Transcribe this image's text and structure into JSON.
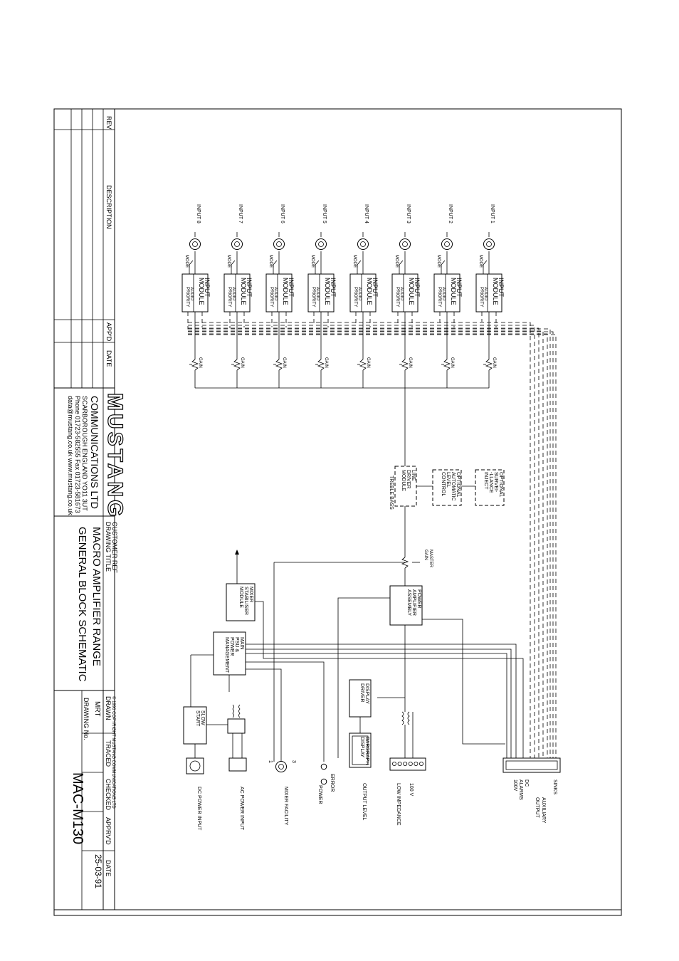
{
  "inputs": [
    {
      "label": "INPUT 1",
      "module": [
        "INPUT",
        "MODULE"
      ],
      "sub": [
        "AUDIO",
        "PRIORITY"
      ],
      "mode": "MODE",
      "gain": "GAIN"
    },
    {
      "label": "INPUT 2",
      "module": [
        "INPUT",
        "MODULE"
      ],
      "sub": [
        "AUDIO",
        "PRIORITY"
      ],
      "mode": "MODE",
      "gain": "GAIN"
    },
    {
      "label": "INPUT 3",
      "module": [
        "INPUT",
        "MODULE"
      ],
      "sub": [
        "AUDIO",
        "PRIORITY"
      ],
      "mode": "MODE",
      "gain": "GAIN"
    },
    {
      "label": "INPUT 4",
      "module": [
        "INPUT",
        "MODULE"
      ],
      "sub": [
        "AUDIO",
        "PRIORITY"
      ],
      "mode": "MODE",
      "gain": "GAIN"
    },
    {
      "label": "INPUT 5",
      "module": [
        "INPUT",
        "MODULE"
      ],
      "sub": [
        "AUDIO",
        "PRIORITY"
      ],
      "mode": "MODE",
      "gain": "GAIN"
    },
    {
      "label": "INPUT 6",
      "module": [
        "INPUT",
        "MODULE"
      ],
      "sub": [
        "AUDIO",
        "PRIORITY"
      ],
      "mode": "MODE",
      "gain": "GAIN"
    },
    {
      "label": "INPUT 7",
      "module": [
        "INPUT",
        "MODULE"
      ],
      "sub": [
        "AUDIO",
        "PRIORITY"
      ],
      "mode": "MODE",
      "gain": "GAIN"
    },
    {
      "label": "INPUT 8",
      "module": [
        "INPUT",
        "MODULE"
      ],
      "sub": [
        "AUDIO",
        "PRIORITY"
      ],
      "mode": "MODE",
      "gain": "GAIN"
    }
  ],
  "blocks": {
    "line_driver": [
      "LINE",
      "DRIVER",
      "MODULE"
    ],
    "treble_bass": "TREBLE  BASS",
    "opt_alc": [
      "OPTIONAL",
      "AUTOMATIC",
      "LEVEL",
      "CONTROL"
    ],
    "opt_surv": [
      "OPTIONAL",
      "SURVEI-",
      "-LLANCE",
      "INJECT"
    ],
    "master_gain": [
      "MASTER",
      "GAIN"
    ],
    "power_amp": [
      "POWER",
      "AMPLIFIER",
      "ASSEMBLY"
    ],
    "mixer_stab": [
      "MIXER",
      "STABILISER",
      "MODULE"
    ],
    "main_psu": [
      "MAIN",
      "PSU &",
      "POWER",
      "MANAGEMENT"
    ],
    "display_driver": [
      "DISPLAY",
      "DRIVER"
    ],
    "bargraph": [
      "BARGRAPH",
      "DISPLAY"
    ],
    "slow_start": [
      "SLOW",
      "START"
    ]
  },
  "outputs": {
    "sinks": "SINKS",
    "dc": "DC",
    "alarms": "ALARMS",
    "v100": "100V",
    "aux": [
      "AUXILIARY",
      "OUTPUT"
    ],
    "v100_label": "100 V",
    "low_imp": "LOW IMPEDANCE",
    "output_level": "OUTPUT LEVEL",
    "error": "ERROR",
    "power": "POWER",
    "mixer_facility": "MIXER FACILITY",
    "mixer_pin1": "1",
    "mixer_pin3": "3",
    "ac_power": "AC POWER INPUT",
    "dc_power": "DC POWER INPUT"
  },
  "title_block": {
    "rev": "REV",
    "description": "DESCRIPTION",
    "appd": "APP'D",
    "date": "DATE",
    "company_logo": "MUSTANG",
    "company_name": "COMMUNICATIONS LTD",
    "address": "SCARBOROUGH  ENGLAND  YO11 3UT",
    "phone": "Phone 01723-582555  Fax 01723-581673",
    "web": "data@mustang.co.uk    www.mustang.co.uk",
    "customer_ref": "CUSTOMER REF",
    "drawing_title_label": "DRAWING TITLE",
    "title_line1": "MACRO  AMPLIFIER  RANGE",
    "title_line2": "GENERAL  BLOCK  SCHEMATIC",
    "copyright": "© 1990     COPYRIGHT  MUSTANG COMMUNICATIONS LTD",
    "drawn": "DRAWN",
    "traced": "TRACED",
    "checked": "CHECKED",
    "apprvd": "APPRV'D",
    "date2": "DATE",
    "drawn_by": "MRT",
    "date_value": "25-03-91",
    "drawing_no_label": "DRAWING No.",
    "drawing_no": "MAC-M130"
  }
}
